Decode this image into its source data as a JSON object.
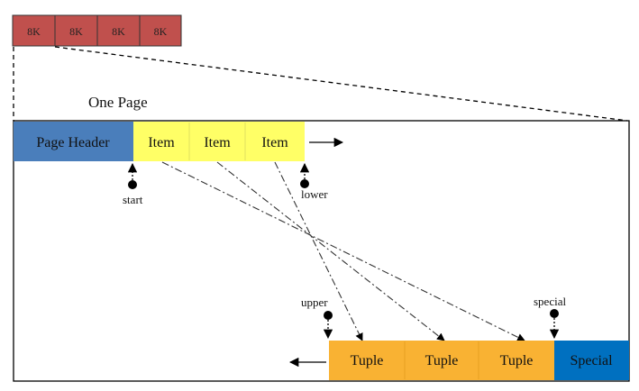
{
  "blocks": [
    {
      "label": "8K"
    },
    {
      "label": "8K"
    },
    {
      "label": "8K"
    },
    {
      "label": "8K"
    }
  ],
  "page": {
    "title": "One Page",
    "header": {
      "label": "Page Header",
      "color": "#4a7ebb"
    },
    "items": [
      {
        "label": "Item"
      },
      {
        "label": "Item"
      },
      {
        "label": "Item"
      }
    ],
    "tuples": [
      {
        "label": "Tuple"
      },
      {
        "label": "Tuple"
      },
      {
        "label": "Tuple"
      }
    ],
    "special": {
      "label": "Special",
      "color": "#0070c0"
    },
    "pointers": {
      "start": "start",
      "lower": "lower",
      "upper": "upper",
      "special": "special"
    }
  },
  "colors": {
    "block": "#c0504d",
    "item": "#ffff66",
    "tuple": "#f9b233"
  }
}
